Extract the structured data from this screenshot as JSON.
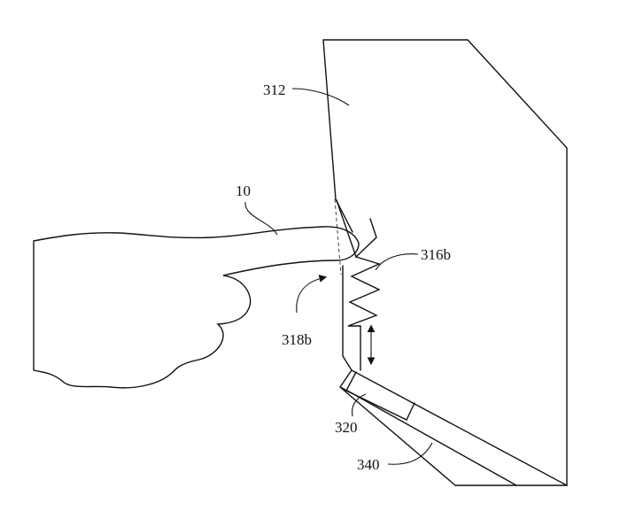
{
  "figure": {
    "labels": {
      "housing": "312",
      "finger": "10",
      "spring": "316b",
      "gap": "318b",
      "sensor": "320",
      "panel": "340"
    },
    "colors": {
      "ink": "#111111",
      "background": "#ffffff"
    }
  }
}
